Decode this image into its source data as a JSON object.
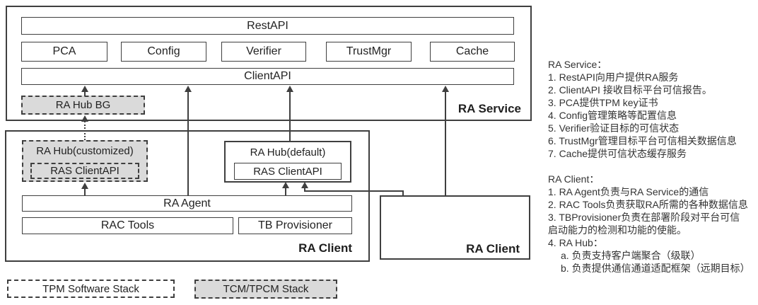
{
  "service": {
    "label": "RA Service",
    "restapi": "RestAPI",
    "clientapi": "ClientAPI",
    "modules": [
      "PCA",
      "Config",
      "Verifier",
      "TrustMgr",
      "Cache"
    ],
    "hub_bg": "RA Hub BG"
  },
  "client": {
    "label": "RA Client",
    "hub_customized": "RA Hub(customized)",
    "ras_clientapi_customized": "RAS ClientAPI",
    "hub_default": "RA Hub(default)",
    "ras_clientapi_default": "RAS ClientAPI",
    "agent": "RA Agent",
    "rac_tools": "RAC Tools",
    "tb_provisioner": "TB Provisioner"
  },
  "client_right": {
    "label": "RA Client"
  },
  "legend": {
    "tpm": "TPM Software Stack",
    "tcm": "TCM/TPCM Stack"
  },
  "notes": {
    "service_title": "RA Service：",
    "service_items": [
      "1. RestAPI向用户提供RA服务",
      "2. ClientAPI 接收目标平台可信报告。",
      "3. PCA提供TPM key证书",
      "4. Config管理策略等配置信息",
      "5. Verifier验证目标的可信状态",
      "6. TrustMgr管理目标平台可信相关数据信息",
      "7. Cache提供可信状态缓存服务"
    ],
    "client_title": "RA Client：",
    "client_items": [
      "1. RA Agent负责与RA Service的通信",
      "2. RAC Tools负责获取RA所需的各种数据信息",
      "3. TBProvisioner负责在部署阶段对平台可信",
      "启动能力的检测和功能的使能。",
      "4. RA Hub：",
      "a. 负责支持客户端聚合（级联）",
      "b. 负责提供通信通道适配框架（远期目标）"
    ]
  },
  "colors": {
    "line": "#3f3f3f",
    "gray_fill": "#dadada",
    "background": "#ffffff"
  }
}
